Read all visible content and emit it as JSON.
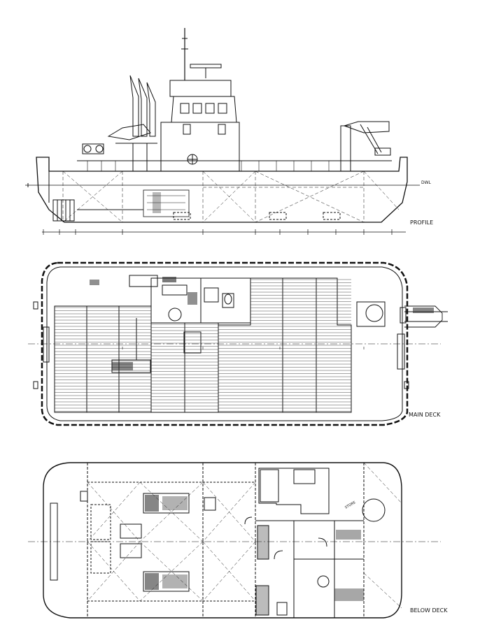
{
  "views": {
    "profile": {
      "label": "PROFILE",
      "waterline": "DWL"
    },
    "main_deck": {
      "label": "MAIN DECK"
    },
    "below_deck": {
      "label": "BELOW DECK",
      "store_label": "STORE"
    }
  },
  "colors": {
    "line": "#111111",
    "hatch": "#333333",
    "fill": "#ffffff",
    "dark_fill": "#222222"
  }
}
